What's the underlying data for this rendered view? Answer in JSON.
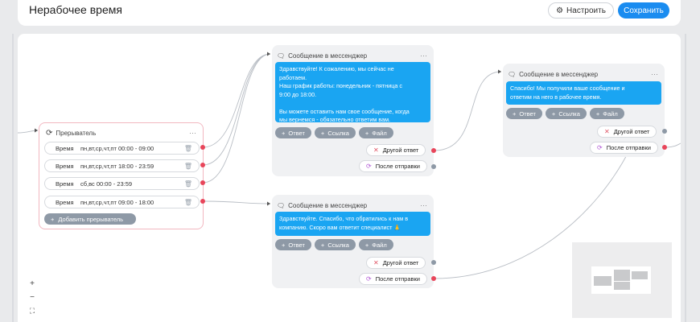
{
  "header": {
    "title": "Нерабочее время",
    "settings_label": "Настроить",
    "save_label": "Сохранить"
  },
  "interrupter": {
    "title": "Прерыватель",
    "rows": [
      {
        "label": "Время",
        "value": "пн,вт,ср,чт,пт 00:00 - 09:00"
      },
      {
        "label": "Время",
        "value": "пн,вт,ср,чт,пт 18:00 - 23:59"
      },
      {
        "label": "Время",
        "value": "сб,вс 00:00 - 23:59"
      },
      {
        "label": "Время",
        "value": "пн,вт,ср,чт,пт 09:00 - 18:00"
      }
    ],
    "add_label": "Добавить прерыватель"
  },
  "node1": {
    "title": "Сообщение в мессенджер",
    "text": "Здравствуйте! К сожалению, мы сейчас не\nработаем.\nНаш график работы: понедельник - пятница с\n9:00 до 18:00.\n\nВы можете оставить нам свое сообщение, когда\nмы вернемся - обязательно ответим вам.",
    "reply": "Ответ",
    "link": "Ссылка",
    "file": "Файл",
    "other": "Другой ответ",
    "after": "После отправки"
  },
  "node2": {
    "title": "Сообщение в мессенджер",
    "text": "Здравствуйте. Спасибо, что обратились к нам в\nкомпанию. Скоро вам ответит специалист 🙏",
    "reply": "Ответ",
    "link": "Ссылка",
    "file": "Файл",
    "other": "Другой ответ",
    "after": "После отправки"
  },
  "node3": {
    "title": "Сообщение в мессенджер",
    "text": "Спасибо! Мы получили ваше сообщение и\nответим на него в рабочее время.",
    "reply": "Ответ",
    "link": "Ссылка",
    "file": "Файл",
    "other": "Другой ответ",
    "after": "После отправки"
  },
  "zoom": {
    "in": "+",
    "out": "−",
    "fit": "⛶"
  },
  "colors": {
    "accent": "#1a8cf0",
    "bubble": "#1aa5f2",
    "port_red": "#e8455a",
    "pill": "#8e99a6"
  }
}
